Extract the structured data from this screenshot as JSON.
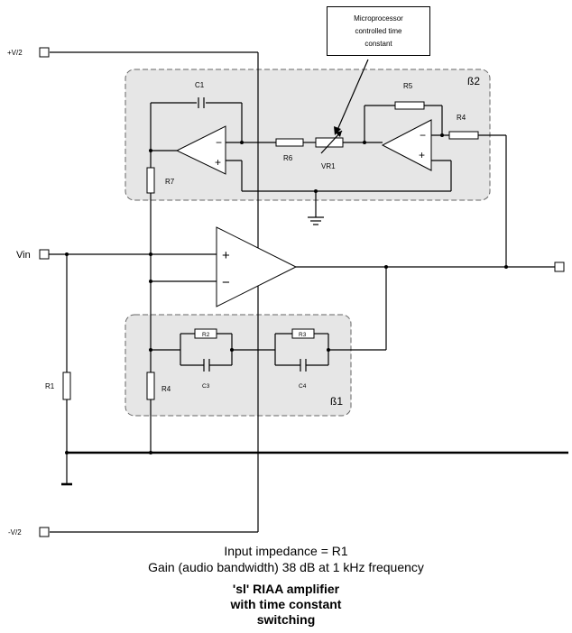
{
  "labels": {
    "vpos": "+V/2",
    "vneg": "-V/2",
    "vin": "Vin",
    "beta2": "ß2",
    "beta1": "ß1",
    "c1": "C1",
    "r5": "R5",
    "r4_top": "R4",
    "r6": "R6",
    "vr1": "VR1",
    "r7": "R7",
    "r1": "R1",
    "r4_bottom": "R4",
    "r2": "R2",
    "r3": "R3",
    "c3": "C3",
    "c4": "C4",
    "minus": "−",
    "plus": "+"
  },
  "callout": {
    "line1": "Microprocessor",
    "line2": "controlled time",
    "line3": "constant"
  },
  "caption": {
    "impedance": "Input impedance = R1",
    "gain": "Gain (audio bandwidth) 38 dB at 1 kHz frequency"
  },
  "title": {
    "line1": "'sl' RIAA amplifier",
    "line2": "with time constant",
    "line3": "switching"
  }
}
